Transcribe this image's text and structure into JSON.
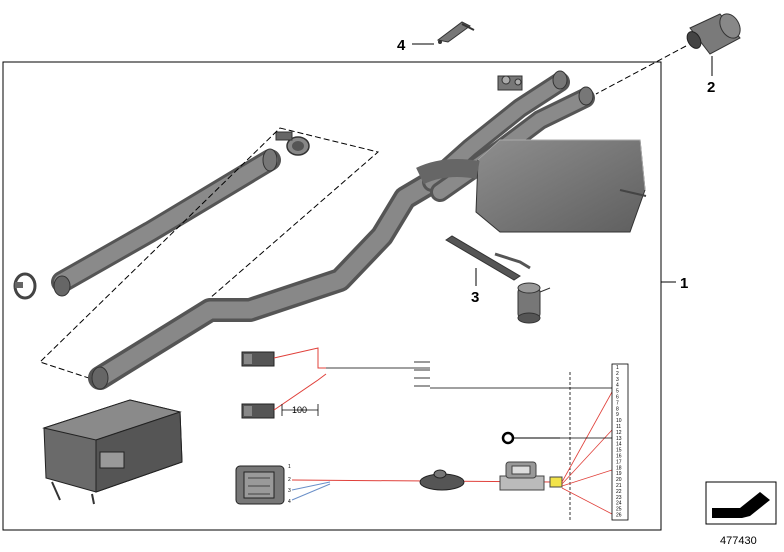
{
  "callouts": {
    "c1": "1",
    "c2": "2",
    "c3": "3",
    "c4": "4"
  },
  "dimension_label": "100",
  "document_number": "477430",
  "pins_right": [
    "1",
    "2",
    "3",
    "4",
    "5",
    "6",
    "7",
    "8",
    "9",
    "10",
    "11",
    "12",
    "13",
    "14",
    "15",
    "16",
    "17",
    "18",
    "19",
    "20",
    "21",
    "22",
    "23",
    "24",
    "25",
    "26"
  ],
  "pins_left": [
    "1",
    "2",
    "3",
    "4"
  ],
  "colors": {
    "pipe": "#7f7f7f",
    "pipe_dark": "#5e5e5e",
    "wire_red": "#e0403a",
    "wire_blue": "#6a8fc8",
    "connector_yellow": "#f2e34a"
  }
}
